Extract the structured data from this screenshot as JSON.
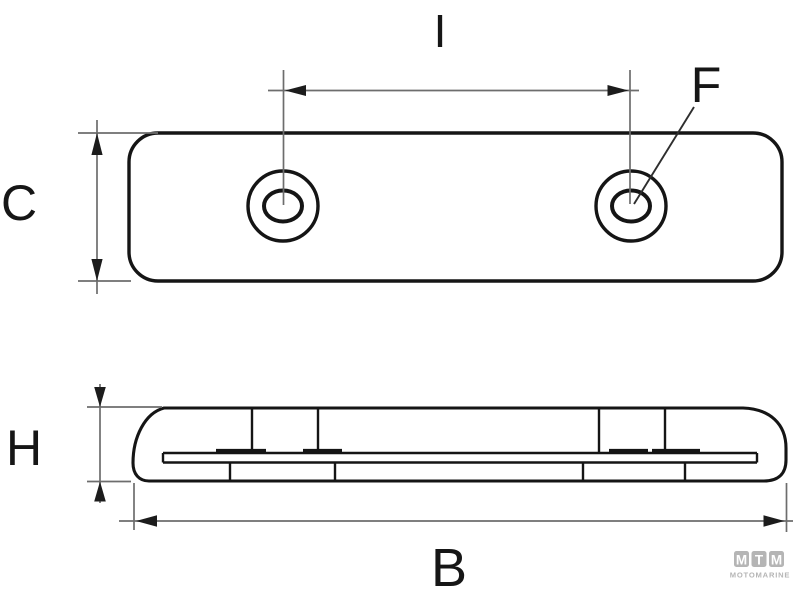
{
  "drawing": {
    "subject": "bolt-on plate anode technical drawing, top view and side profile view",
    "views": {
      "top_view": "rounded rectangular plate with two concentric fixing holes",
      "side_view": "wedge profile with embedded mounting strap and bottom slots"
    },
    "dimension_labels": {
      "hole_spacing": "I",
      "hole_diameter": "F",
      "plate_width": "C",
      "profile_height": "H",
      "overall_length": "B"
    }
  },
  "logo": {
    "letter_1": "M",
    "letter_2": "T",
    "letter_3": "M",
    "wordmark": "MOTOMARINE"
  },
  "colors": {
    "background": "#ffffff",
    "part_outline": "#151515",
    "dimension_lines": "#6d6d6d",
    "label_text": "#161616",
    "logo_gray": "#b5b5b5",
    "logo_letter": "#ffffff"
  }
}
